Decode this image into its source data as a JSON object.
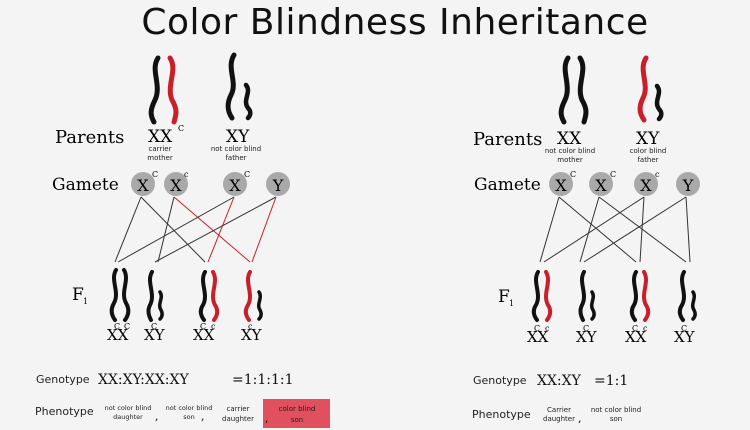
{
  "title": "Color Blindness Inheritance",
  "colors": {
    "normal": "#111111",
    "affected": "#c8202b",
    "gamete_fill": "#a9a9a9",
    "highlight": "#e0505e"
  },
  "left": {
    "parents_label": "Parents",
    "mother": {
      "genotype": "XX",
      "superscript": "C",
      "desc_line1": "carrier",
      "desc_line2": "mother"
    },
    "father": {
      "genotype": "XY",
      "desc_line1": "not color blind",
      "desc_line2": "father"
    },
    "gamete_label": "Gamete",
    "gametes": [
      "X",
      "X",
      "X",
      "Y"
    ],
    "gamete_superscripts": [
      "C",
      "c",
      "C",
      ""
    ],
    "f1_label": "F",
    "f1_sub": "1",
    "offspring": [
      "XX",
      "XY",
      "XX",
      "XY"
    ],
    "genotype_label": "Genotype",
    "genotype_expr": "XX:XY:XX:XY",
    "genotype_ratio": "=1:1:1:1",
    "phenotype_label": "Phenotype",
    "phenotypes": [
      {
        "l1": "not color blind",
        "l2": "daughter"
      },
      {
        "l1": "not color blind",
        "l2": "son"
      },
      {
        "l1": "carrier",
        "l2": "daughter"
      },
      {
        "l1": "color blind",
        "l2": "son"
      }
    ],
    "sep": ","
  },
  "right": {
    "parents_label": "Parents",
    "mother": {
      "genotype": "XX",
      "desc_line1": "not color blind",
      "desc_line2": "mother"
    },
    "father": {
      "genotype": "XY",
      "desc_line1": "color blind",
      "desc_line2": "father"
    },
    "gamete_label": "Gamete",
    "gametes": [
      "X",
      "X",
      "X",
      "Y"
    ],
    "gamete_superscripts": [
      "C",
      "C",
      "c",
      ""
    ],
    "f1_label": "F",
    "f1_sub": "1",
    "offspring": [
      "XX",
      "XY",
      "XX",
      "XY"
    ],
    "genotype_label": "Genotype",
    "genotype_expr": "XX:XY",
    "genotype_ratio": "=1:1",
    "phenotype_label": "Phenotype",
    "phenotypes": [
      {
        "l1": "Carrier",
        "l2": "daughter"
      },
      {
        "l1": "not color blind",
        "l2": "son"
      }
    ],
    "sep": ","
  }
}
